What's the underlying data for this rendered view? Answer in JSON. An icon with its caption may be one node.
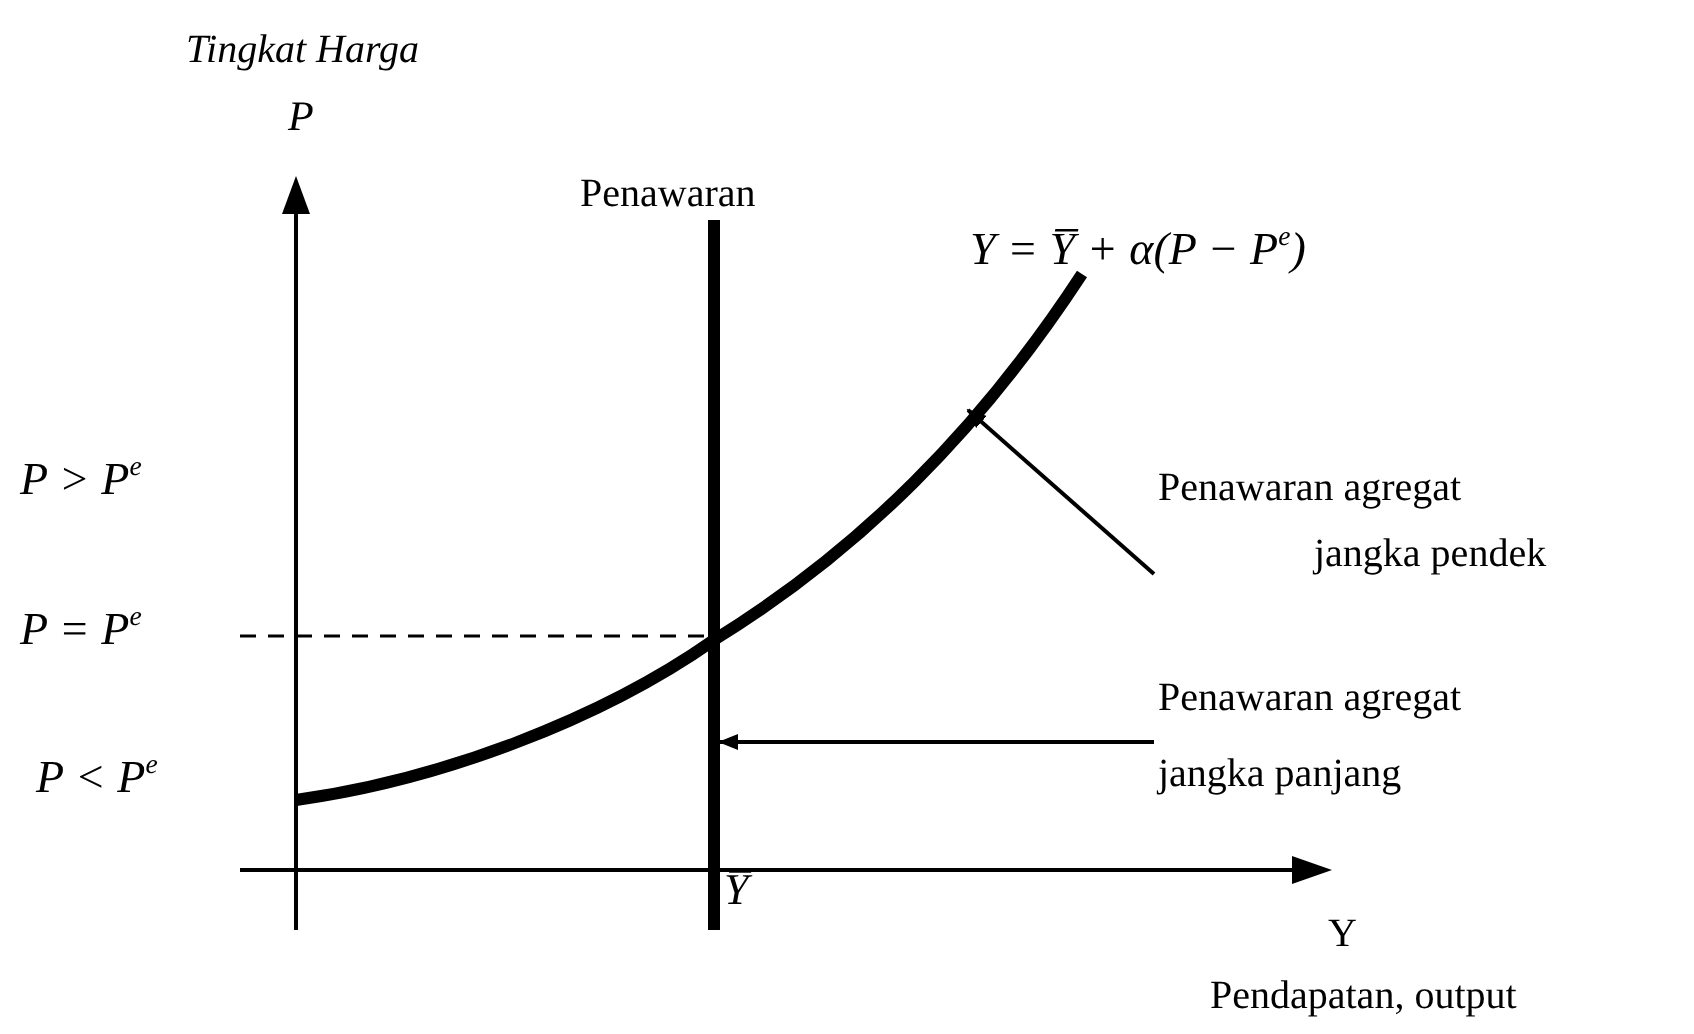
{
  "diagram": {
    "nodes": [
      {
        "text": [
          "Penawaran agregat jangka pendek"
        ]
      },
      {
        "text": [],
        "shape": "curve",
        "beside": [
          "Y = Y̅ + α(P − P$^{e}$)"
        ]
      },
      {
        "text": [
          "Penawaran agregat jangka panjang"
        ]
      },
      {
        "text": [],
        "shape": "line",
        "beside": [
          "Penawaran"
        ]
      }
    ],
    "edges": [
      {
        "from": 0,
        "to": 1,
        "arrow": "to"
      },
      {
        "from": 2,
        "to": 3,
        "arrow": "to"
      }
    ],
    "labels": [
      "Tingkat Harga",
      "P",
      "P > P$^{e}$",
      "P = P$^{e}$",
      "P < P$^{e}$",
      "Y̅",
      "Y",
      "Pendapatan, output"
    ]
  }
}
